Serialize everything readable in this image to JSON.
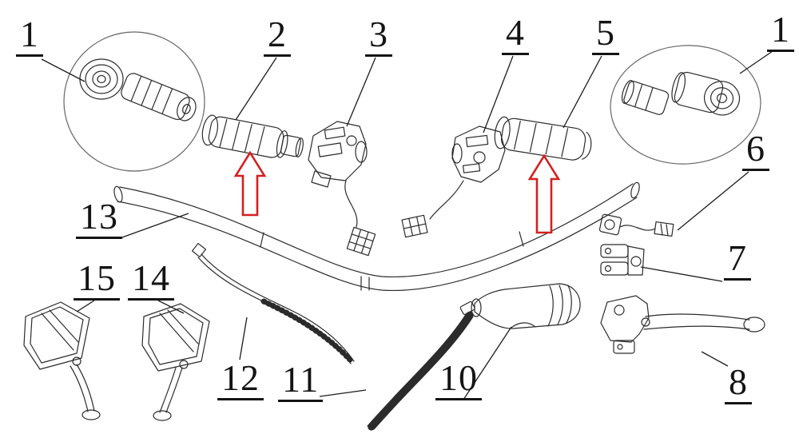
{
  "diagram": {
    "type": "exploded-parts-diagram",
    "colors": {
      "accent": "#d41f1f",
      "line": "#2b2b2b",
      "leader": "#1c1c1c"
    },
    "callouts": [
      {
        "id": "1-left",
        "label": "1"
      },
      {
        "id": "2",
        "label": "2"
      },
      {
        "id": "3",
        "label": "3"
      },
      {
        "id": "4",
        "label": "4"
      },
      {
        "id": "5",
        "label": "5"
      },
      {
        "id": "1-right",
        "label": "1"
      },
      {
        "id": "6",
        "label": "6"
      },
      {
        "id": "7",
        "label": "7"
      },
      {
        "id": "8",
        "label": "8"
      },
      {
        "id": "10",
        "label": "10"
      },
      {
        "id": "11",
        "label": "11"
      },
      {
        "id": "12",
        "label": "12"
      },
      {
        "id": "13",
        "label": "13"
      },
      {
        "id": "14",
        "label": "14"
      },
      {
        "id": "15",
        "label": "15"
      }
    ]
  }
}
